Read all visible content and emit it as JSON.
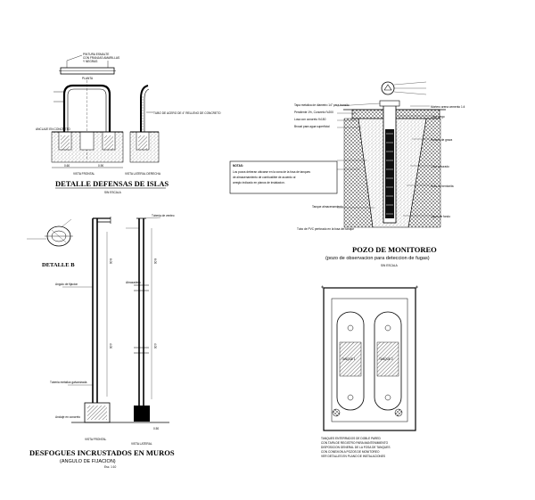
{
  "islands": {
    "title": "DETALLE DEFENSAS DE ISLAS",
    "scale": "SIN ESCALA",
    "plan_label": "PLANTA",
    "front_view": "VISTA FRONTAL",
    "side_view": "VISTA LATERAL DERECHA",
    "notes_top": [
      "PINTURA ESMALTE",
      "CON FRANJAS AMARILLAS",
      "Y NEGRAS"
    ],
    "note_side": "TUBO DE ACERO DE 4\" RELLENO DE CONCRETO",
    "note_base": "ANCLAJE EN CONCRETO",
    "dim_a": "0.60",
    "dim_b": "0.90"
  },
  "monitor_well": {
    "title": "POZO DE MONITOREO",
    "subtitle": "(pozo de observacion para deteccion de fugas)",
    "scale": "SIN ESCALA",
    "labels_left": [
      "Tapa metalica de diametro 14\" para transito",
      "Pendiente 1%, Concreto f'c200",
      "Losa con concreto f'c150",
      "Brocal para agua superficial",
      "Tanque almacenamiento"
    ],
    "labels_right": [
      "Mortero arena cemento 1:4",
      "Tubo ciego",
      "Relleno de grava",
      "Tubo ranurado",
      "Sello de bentonita",
      "Tapon de fondo"
    ],
    "notes_title": "NOTAS:",
    "notes": [
      "Los pozos deberan ubicarse en la zona de la fosa de tanques",
      "de almacenamiento de combustible de acuerdo al",
      "arreglo indicado en planos de instalacion."
    ],
    "bottom_label": "Tubo de PVC perforado en la fosa del tanque"
  },
  "wall_drains": {
    "title": "DESFOGUES INCRUSTADOS EN MUROS",
    "subtitle": "(ANGULO DE FIJACION)",
    "scale": "Esc. 1:10",
    "detail_label": "DETALLE B",
    "front_view": "VISTA FRONTAL",
    "side_view": "VISTA LATERAL",
    "labels": [
      "Tuberia de venteo",
      "Angulo de fijacion",
      "Abrazadera",
      "Tuberia metalica galvanizada",
      "Anclaje en concreto"
    ],
    "dims": [
      "0.50",
      "6.00",
      "4.00"
    ]
  },
  "manhole": {
    "legend": [
      "TANQUES ENTERRADOS DE DOBLE PARED",
      "CON TAPA DE REGISTRO PARA MANTENIMIENTO",
      "DISPOSICION GENERAL DE LA FOSA DE TANQUES",
      "CON CONEXION A POZOS DE MONITOREO",
      "VER DETALLES EN PLANO DE INSTALACIONES"
    ],
    "tank_labels": [
      "TANQUE 1",
      "TANQUE 2"
    ]
  }
}
